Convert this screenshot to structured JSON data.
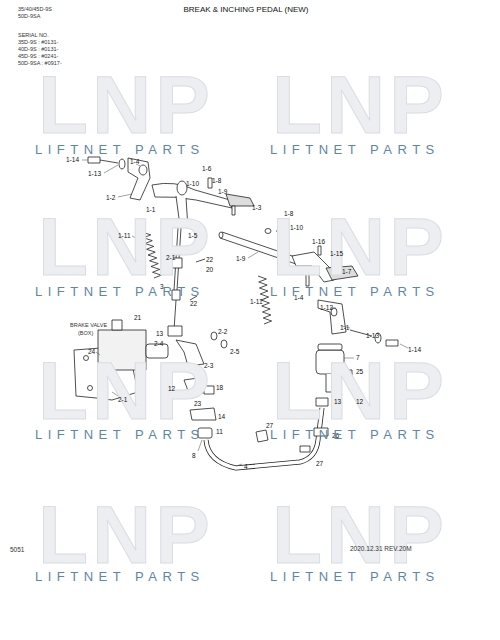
{
  "diagram": {
    "title": "BREAK & INCHING PEDAL (NEW)",
    "labels": [
      "35/40/45D-9S",
      "50D-9SA",
      "SERIAL NO.",
      "35D-9S : #0131-",
      "40D-9S : #0131-",
      "45D-9S : #0241-",
      "50D-9SA : #0917-",
      "BRAKE VALVE",
      "(BOX)",
      "1-14",
      "1-4",
      "1-13",
      "1-2",
      "1-6",
      "1-10",
      "1-8",
      "1-9",
      "1-1",
      "1-3",
      "1-11",
      "1-5",
      "1-8",
      "1-10",
      "1-9",
      "1-16",
      "1-15",
      "1-7",
      "1-11",
      "1-4",
      "1-12",
      "1-1",
      "1-13",
      "1-14",
      "2-1",
      "22",
      "20",
      "3",
      "22",
      "21",
      "13",
      "2-2",
      "2-5",
      "2-4",
      "2-3",
      "24",
      "2-1",
      "12",
      "18",
      "23",
      "14",
      "11",
      "8",
      "7",
      "25",
      "12",
      "13",
      "27",
      "26",
      "27",
      "4",
      "LNP",
      "LNP",
      "LNP",
      "LNP",
      "LNP",
      "LNP",
      "LNP",
      "LNP",
      "LIFTNET PARTS",
      "LIFTNET PARTS",
      "LIFTNET PARTS",
      "LIFTNET PARTS",
      "LIFTNET PARTS",
      "LIFTNET PARTS",
      "LIFTNET PARTS",
      "LIFTNET PARTS",
      "5051",
      "2020.12.31 REV.20M"
    ]
  }
}
